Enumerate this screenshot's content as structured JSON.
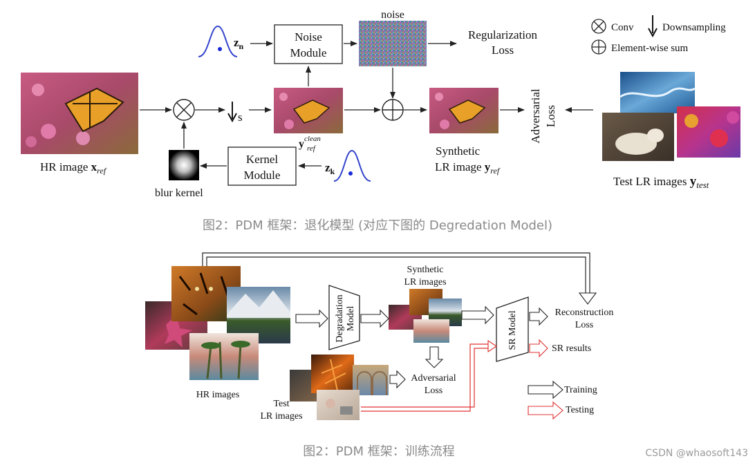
{
  "fig1": {
    "hr_image_label": "HR image",
    "hr_image_math": "x",
    "hr_image_sub": "ref",
    "blur_kernel_label": "blur kernel",
    "kernel_module_line1": "Kernel",
    "kernel_module_line2": "Module",
    "zk_main": "z",
    "zk_sub": "k",
    "zn_main": "z",
    "zn_sub": "n",
    "noise_module_line1": "Noise",
    "noise_module_line2": "Module",
    "noise_label": "noise",
    "downsample_label": "s",
    "clean_main": "y",
    "clean_sup": "clean",
    "clean_sub": "ref",
    "reg_loss_line1": "Regularization",
    "reg_loss_line2": "Loss",
    "synthetic_line1": "Synthetic",
    "synthetic_line2": "LR image",
    "synthetic_math": "y",
    "synthetic_sub": "ref",
    "adversarial_line1": "Adversarial",
    "adversarial_line2": "Loss",
    "test_lr_label": "Test LR images",
    "test_lr_math": "y",
    "test_lr_sub": "test",
    "legend_conv": "Conv",
    "legend_downsampling": "Downsampling",
    "legend_sum": "Element-wise sum"
  },
  "caption1": "图2：PDM 框架：退化模型 (对应下图的 Degredation Model)",
  "fig2": {
    "synthetic_line1": "Synthetic",
    "synthetic_line2": "LR images",
    "degradation_line1": "Degradation",
    "degradation_line2": "Model",
    "sr_model_label": "SR Model",
    "reconstruction_line1": "Reconstruction",
    "reconstruction_line2": "Loss",
    "sr_results_label": "SR results",
    "hr_images_label": "HR images",
    "adversarial_line1": "Adversarial",
    "adversarial_line2": "Loss",
    "test_line1": "Test",
    "test_line2": "LR images",
    "legend_training": "Training",
    "legend_testing": "Testing"
  },
  "caption2": "图2：PDM 框架：训练流程",
  "watermark": "CSDN @whaosoft143",
  "colors": {
    "gaussian_curve": "#3344cc",
    "gaussian_dot": "#1a2ad8",
    "testing_arrow": "#e03030",
    "caption_gray": "#8a8a8a"
  }
}
